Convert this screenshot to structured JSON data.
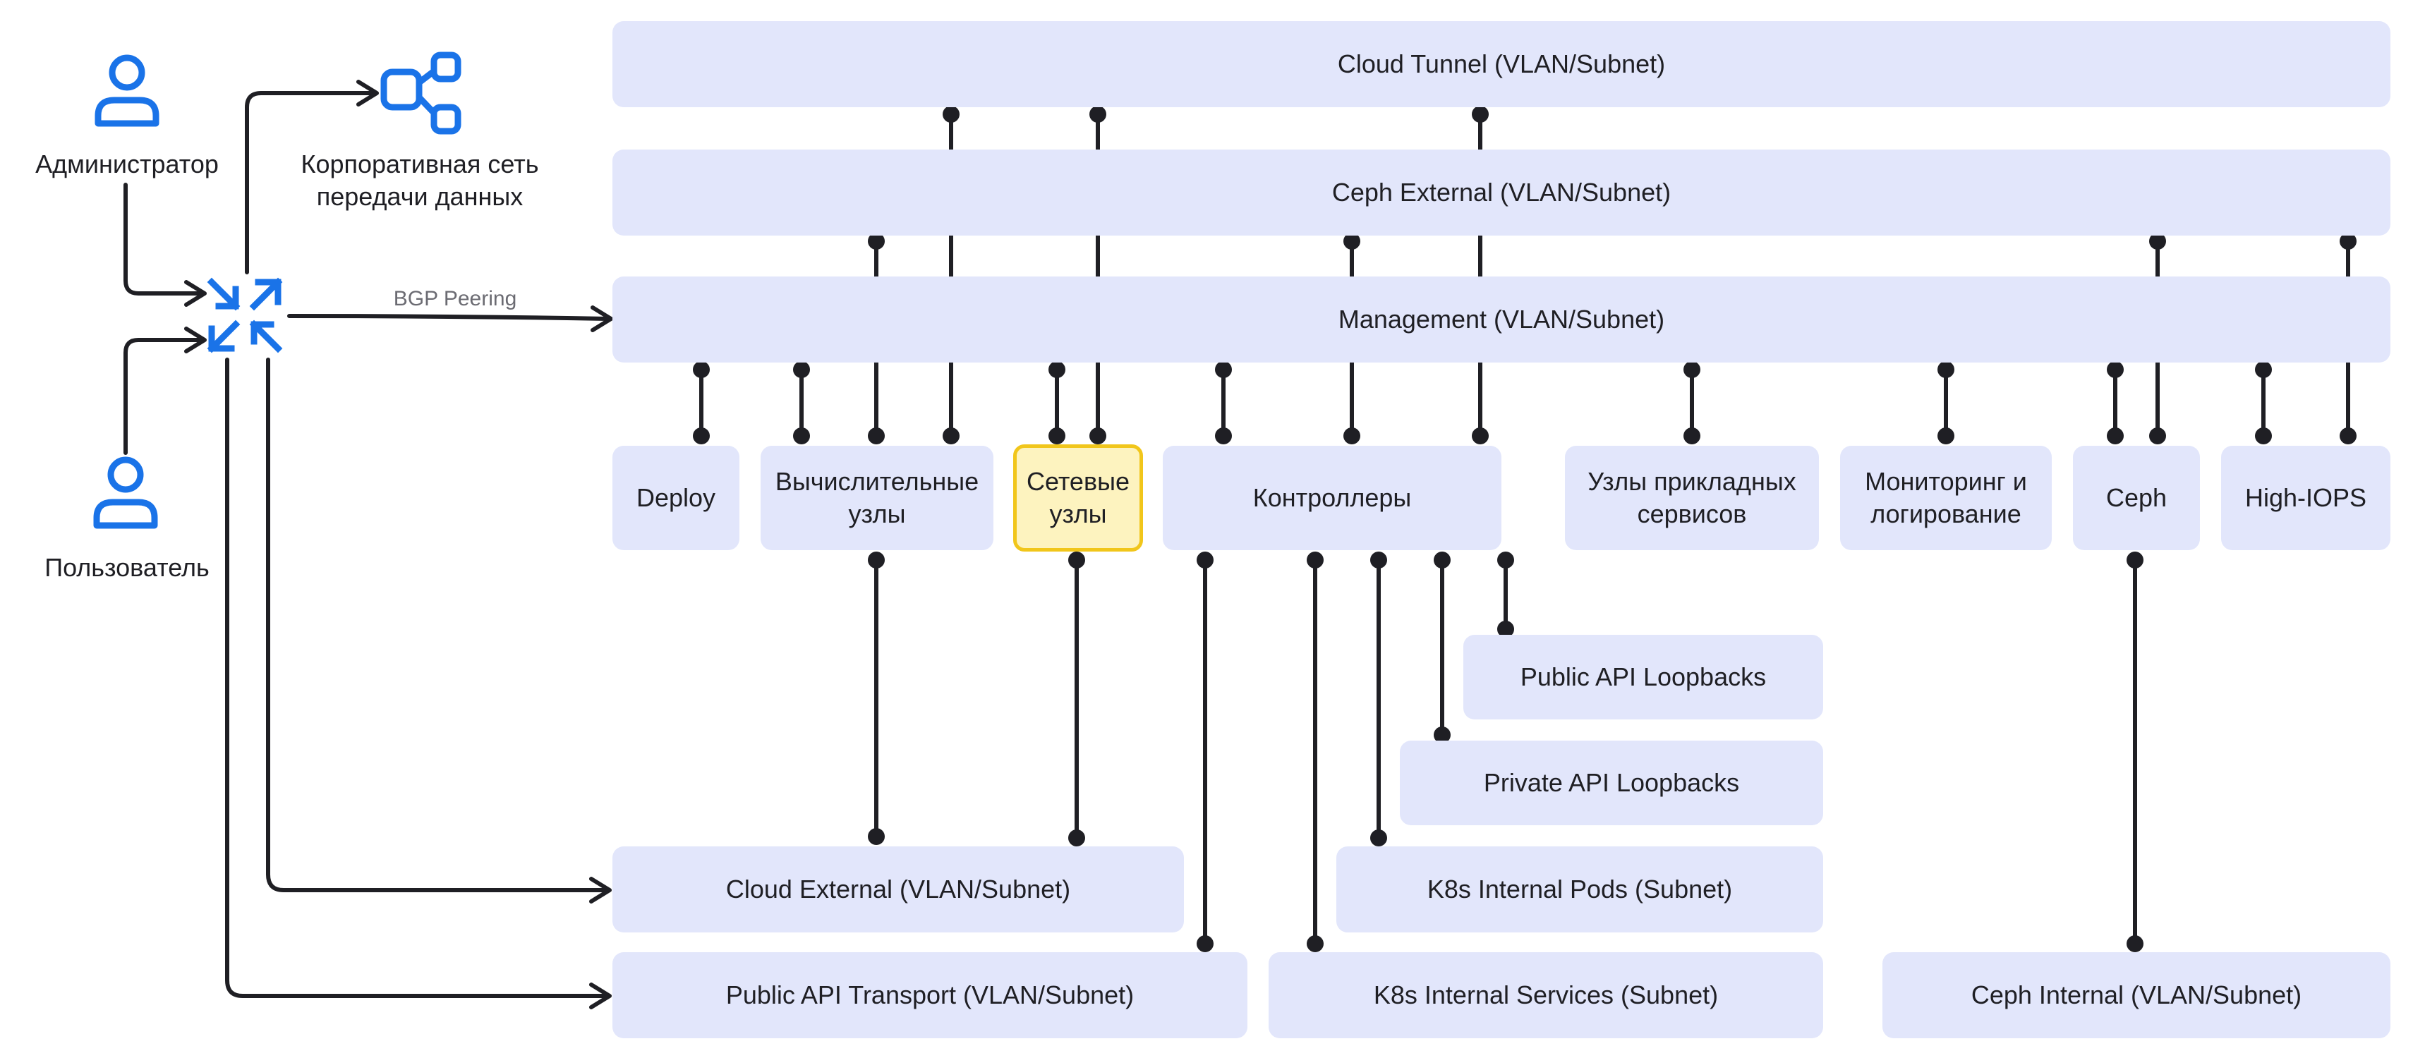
{
  "colors": {
    "box": "#e2e6fb",
    "highlight_fill": "#fdf3bf",
    "highlight_border": "#f1c61b",
    "line": "#1f1f24",
    "icon": "#1a73e8"
  },
  "icons": {
    "admin": "user-icon",
    "user": "user-icon",
    "corp_network": "network-nodes-icon",
    "router": "router-arrows-icon"
  },
  "labels": {
    "admin": "Администратор",
    "user": "Пользователь",
    "corp_network": "Корпоративная сеть\nпередачи данных",
    "bgp": "BGP Peering"
  },
  "networks": {
    "cloud_tunnel": "Cloud Tunnel (VLAN/Subnet)",
    "ceph_external": "Ceph External (VLAN/Subnet)",
    "management": "Management (VLAN/Subnet)",
    "public_api_loopbacks": "Public API Loopbacks",
    "private_api_loopbacks": "Private API Loopbacks",
    "cloud_external": "Cloud External (VLAN/Subnet)",
    "k8s_internal_pods": "K8s Internal Pods (Subnet)",
    "public_api_transport": "Public API Transport (VLAN/Subnet)",
    "k8s_internal_services": "K8s Internal Services (Subnet)",
    "ceph_internal": "Ceph Internal (VLAN/Subnet)"
  },
  "nodes": {
    "deploy": "Deploy",
    "compute": "Вычислительные\nузлы",
    "network": "Сетевые\nузлы",
    "controllers": "Контроллеры",
    "app_services": "Узлы прикладных\nсервисов",
    "monitoring": "Мониторинг и\nлогирование",
    "ceph": "Ceph",
    "high_iops": "High-IOPS"
  }
}
